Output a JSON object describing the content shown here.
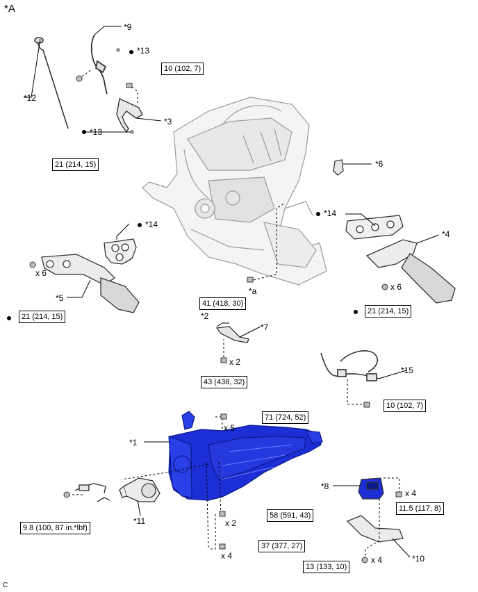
{
  "view_label": "*A",
  "corner_label": "C",
  "parts": {
    "p1": "*1",
    "p2": "*2",
    "p3": "*3",
    "p4": "*4",
    "p5": "*5",
    "p6": "*6",
    "p7": "*7",
    "p8": "*8",
    "p9": "*9",
    "p10": "*10",
    "p11": "*11",
    "p12": "*12",
    "p13a": "*13",
    "p13b": "*13",
    "p14a": "*14",
    "p14b": "*14",
    "p15": "*15",
    "pa": "*a"
  },
  "qty": {
    "q6a": "x 6",
    "q6b": "x 6",
    "q2a": "x 2",
    "q5": "x 5",
    "q2b": "x 2",
    "q4a": "x 4",
    "q4b": "x 4",
    "q4c": "x 4"
  },
  "torque": {
    "t1": "10 (102, 7)",
    "t2": "21 (214, 15)",
    "t3": "41 (418, 30)",
    "t4": "21 (214, 15)",
    "t5": "21 (214, 15)",
    "t6": "43 (438, 32)",
    "t7": "10 (102, 7)",
    "t8": "71 (724, 52)",
    "t9": "58 (591, 43)",
    "t10": "37 (377, 27)",
    "t11": "9.8 (100, 87 in.*lbf)",
    "t12": "11.5 (117, 8)",
    "t13": "13 (133, 10)"
  },
  "colors": {
    "transmission": "#1c2fd6",
    "transmission_dark": "#0a1a8a",
    "engine_line": "#9a9a9a"
  }
}
